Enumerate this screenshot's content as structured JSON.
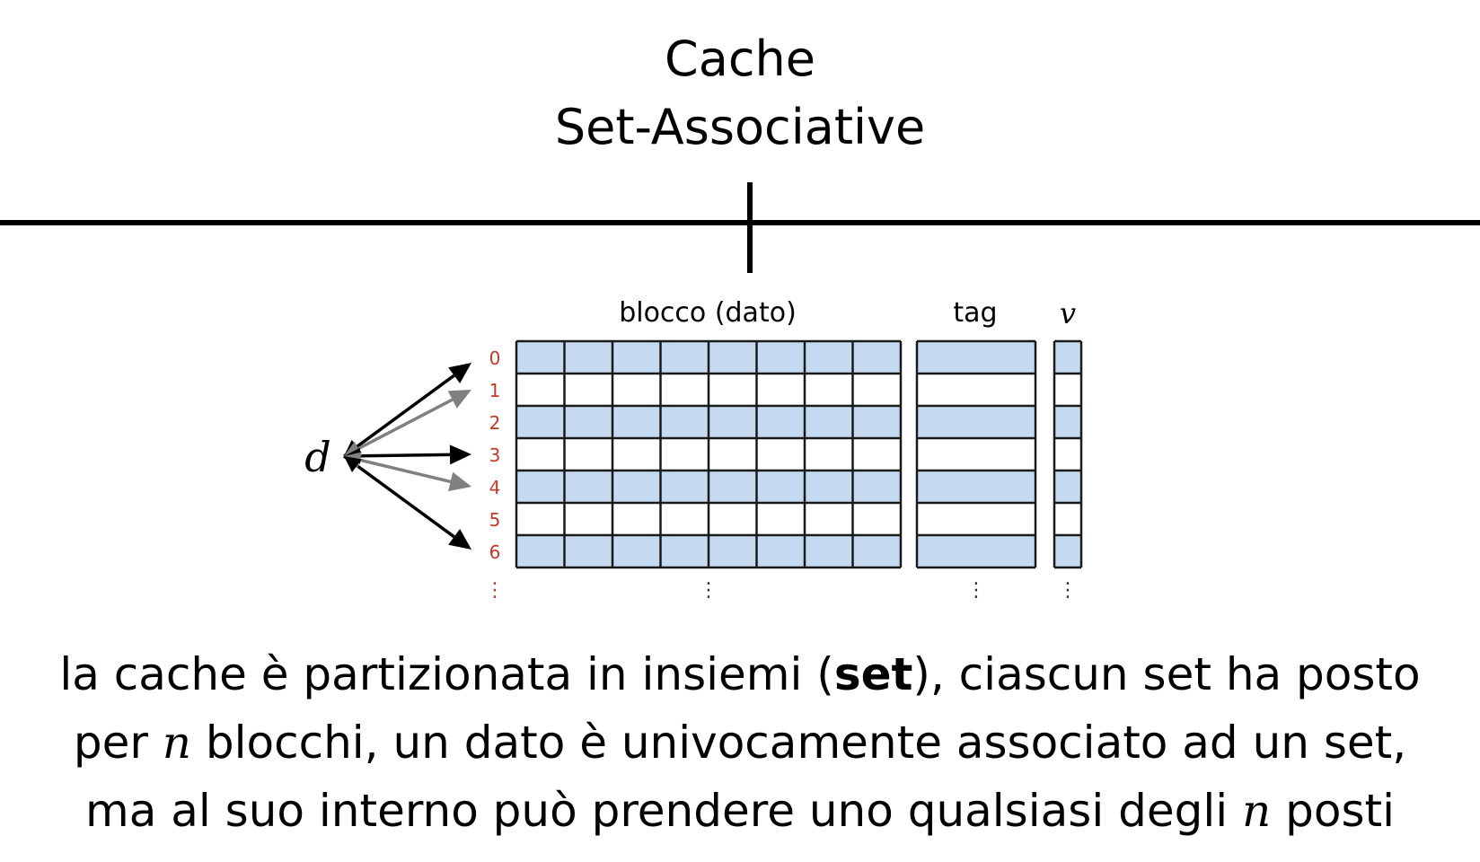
{
  "title": {
    "line1": "Cache",
    "line2": "Set-Associative"
  },
  "diagram": {
    "block_label": "blocco (dato)",
    "tag_label": "tag",
    "valid_label": "v",
    "data_label": "d",
    "row_indices": [
      "0",
      "1",
      "2",
      "3",
      "4",
      "5",
      "6"
    ],
    "continuation": "⋮",
    "block_columns": 8,
    "colors": {
      "shaded_row": "#c5daf0",
      "plain_row": "#ffffff",
      "grid_line": "#1a1a1a",
      "index_text": "#c0392b",
      "arrow_primary": "#000000",
      "arrow_secondary": "#808080"
    }
  },
  "caption": {
    "l1_pre": "la cache è partizionata in insiemi (",
    "l1_bold": "set",
    "l1_post": "), ciascun set ha posto",
    "l2_pre": "per ",
    "l2_var": "n",
    "l2_post": " blocchi, un dato è univocamente associato ad un set,",
    "l3_pre": "ma al suo interno può prendere uno qualsiasi degli ",
    "l3_var": "n",
    "l3_post": " posti"
  }
}
